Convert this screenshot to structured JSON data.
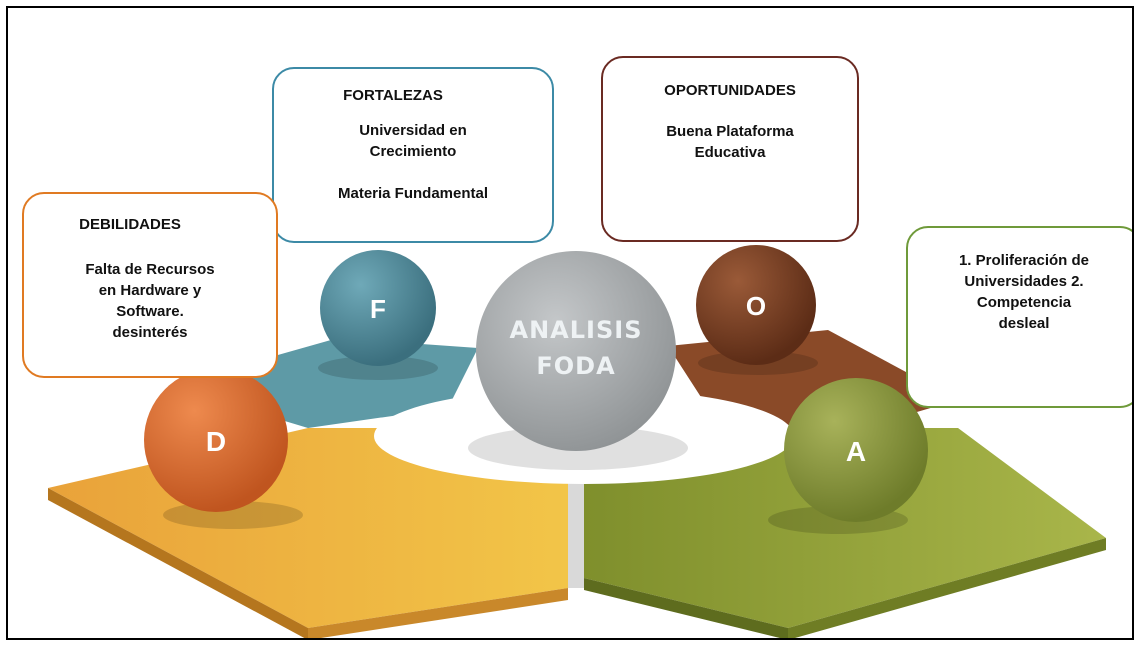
{
  "center": {
    "line1": "ANALISIS",
    "line2": "FODA"
  },
  "letters": {
    "f": "F",
    "o": "O",
    "d": "D",
    "a": "A"
  },
  "boxes": {
    "fortalezas": {
      "title": "FORTALEZAS",
      "body": "Universidad en\nCrecimiento\n\nMateria Fundamental"
    },
    "oportunidades": {
      "title": "OPORTUNIDADES",
      "body": "Buena Plataforma\nEducativa"
    },
    "debilidades": {
      "title": "DEBILIDADES",
      "body": "Falta de Recursos\nen Hardware y\nSoftware.\ndesinterés"
    },
    "amenazas": {
      "body": "1. Proliferación de\nUniversidades 2.\nCompetencia\ndesleal"
    }
  },
  "colors": {
    "fortalezas": "#4a8a9a",
    "oportunidades": "#7a3e22",
    "debilidades": "#dd6a30",
    "amenazas": "#8a9a3a",
    "center": "#a8acae"
  }
}
